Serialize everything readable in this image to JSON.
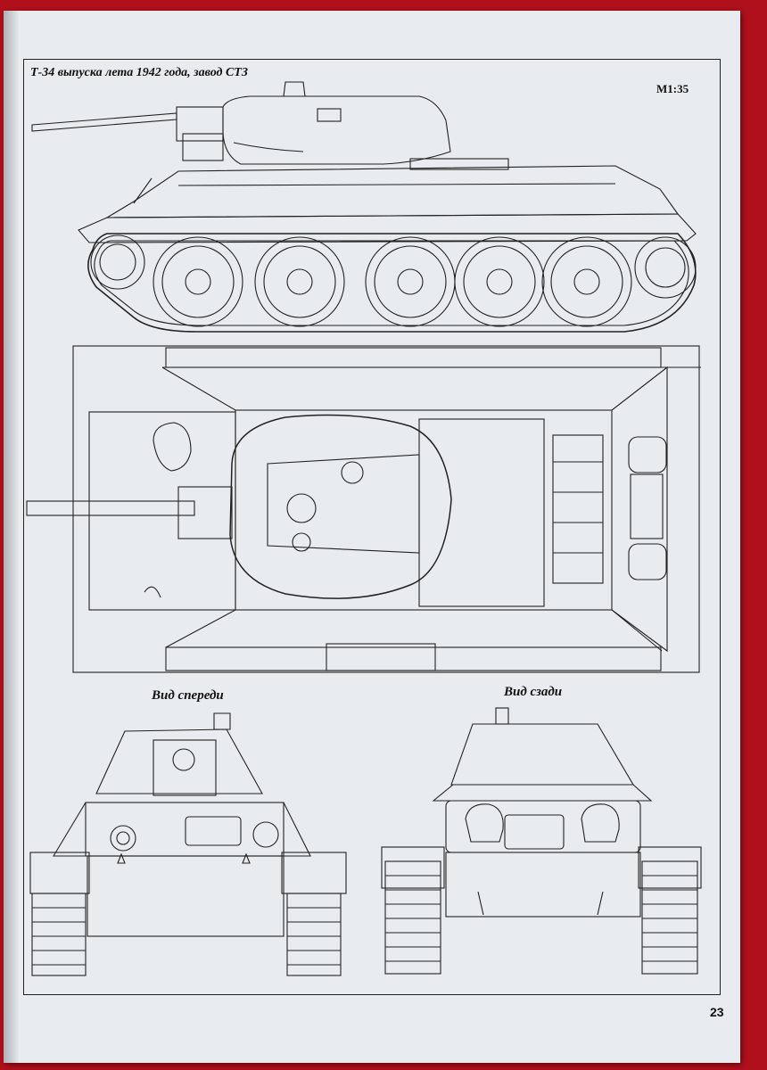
{
  "page": {
    "title": "Т-34 выпуска лета 1942 года, завод СТЗ",
    "scale": "М1:35",
    "page_number": "23"
  },
  "views": {
    "front_label": "Вид спереди",
    "rear_label": "Вид сзади"
  },
  "colors": {
    "background": "#b0101c",
    "paper": "#e8ebf0",
    "ink": "#222222"
  }
}
